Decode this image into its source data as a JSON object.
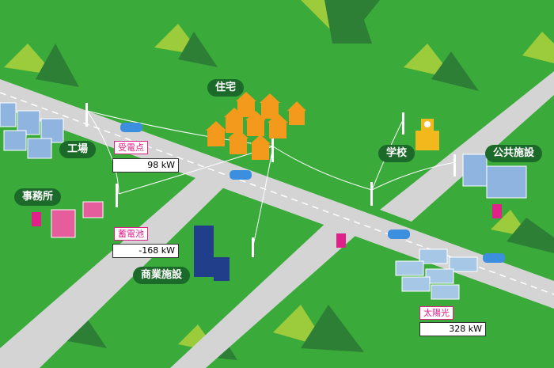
{
  "labels": {
    "factory": "工場",
    "office": "事務所",
    "housing": "住宅",
    "commercial": "商業施設",
    "school": "学校",
    "public": "公共施設"
  },
  "readouts": {
    "substation": {
      "label": "受電点",
      "value": "98 kW"
    },
    "battery": {
      "label": "蓄電池",
      "value": "-168 kW"
    },
    "solar": {
      "label": "太陽光",
      "value": "328 kW"
    }
  },
  "colors": {
    "grass": "#3aab3a",
    "road": "#d4d4d4",
    "pill": "#1c6a2a",
    "accent": "#e0218a",
    "house": "#f39a1c",
    "school": "#f2b81c",
    "public": "#8fb4df",
    "commercial": "#213e8a",
    "factory": "#8fb4df",
    "office": "#e55d9c"
  }
}
